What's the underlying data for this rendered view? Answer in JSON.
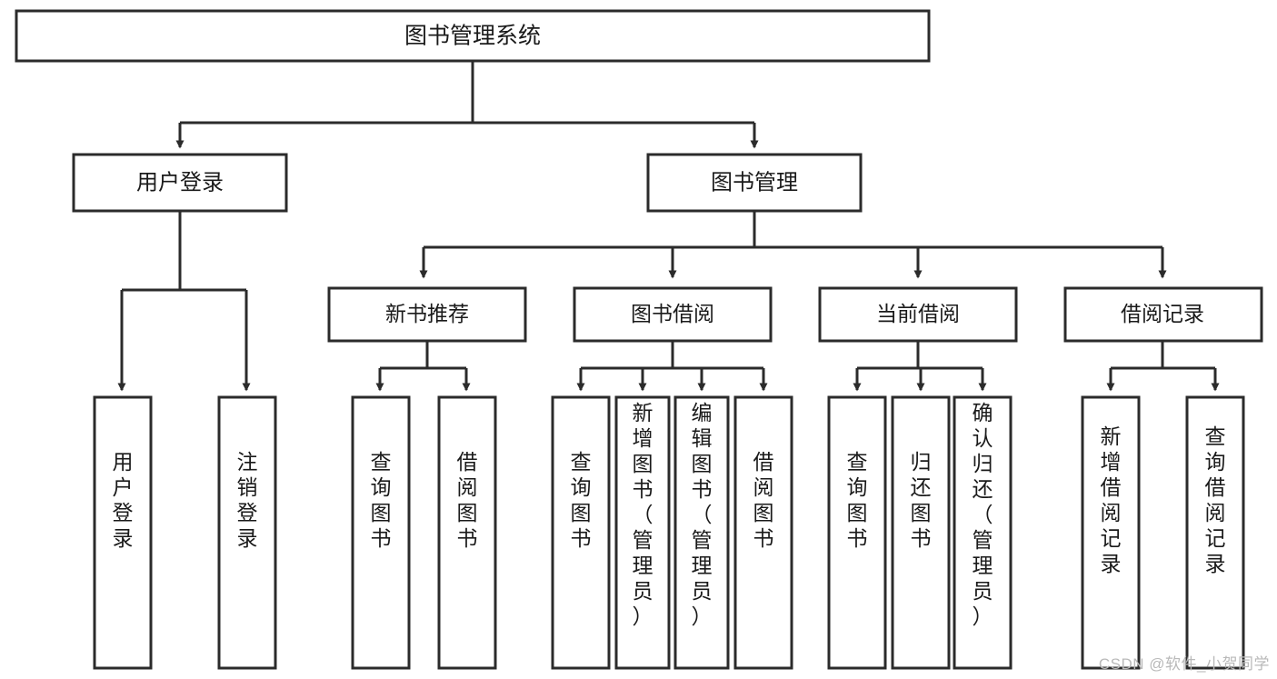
{
  "diagram": {
    "type": "tree-flowchart",
    "title": "图书管理系统",
    "orientation": "top-down",
    "watermark": "CSDN @软件_小贺同学",
    "colors": {
      "box_stroke": "#2b2b2b",
      "box_fill": "#ffffff",
      "text": "#1a1a1a",
      "background": "#ffffff",
      "watermark": "#b9b9b9"
    },
    "nodes": {
      "root": {
        "label": "图书管理系统",
        "level": 1
      },
      "user_login": {
        "label": "用户登录",
        "level": 2
      },
      "book_manage": {
        "label": "图书管理",
        "level": 2
      },
      "new_book_rec": {
        "label": "新书推荐",
        "level": 3
      },
      "book_borrow": {
        "label": "图书借阅",
        "level": 3
      },
      "current_borrow": {
        "label": "当前借阅",
        "level": 3
      },
      "borrow_record": {
        "label": "借阅记录",
        "level": 3
      },
      "leaf_user_login": {
        "label": "用户登录",
        "level": 4,
        "orientation": "vertical"
      },
      "leaf_logout": {
        "label": "注销登录",
        "level": 4,
        "orientation": "vertical"
      },
      "leaf_query_book_1": {
        "label": "查询图书",
        "level": 4,
        "orientation": "vertical"
      },
      "leaf_borrow_book_1": {
        "label": "借阅图书",
        "level": 4,
        "orientation": "vertical"
      },
      "leaf_query_book_2": {
        "label": "查询图书",
        "level": 4,
        "orientation": "vertical"
      },
      "leaf_add_book": {
        "label": "新增图书（管理员）",
        "level": 4,
        "orientation": "vertical"
      },
      "leaf_edit_book": {
        "label": "编辑图书（管理员）",
        "level": 4,
        "orientation": "vertical"
      },
      "leaf_borrow_book_2": {
        "label": "借阅图书",
        "level": 4,
        "orientation": "vertical"
      },
      "leaf_query_book_3": {
        "label": "查询图书",
        "level": 4,
        "orientation": "vertical"
      },
      "leaf_return_book": {
        "label": "归还图书",
        "level": 4,
        "orientation": "vertical"
      },
      "leaf_confirm_return": {
        "label": "确认归还（管理员）",
        "level": 4,
        "orientation": "vertical"
      },
      "leaf_add_record": {
        "label": "新增借阅记录",
        "level": 4,
        "orientation": "vertical"
      },
      "leaf_query_record": {
        "label": "查询借阅记录",
        "level": 4,
        "orientation": "vertical"
      }
    },
    "edges": [
      {
        "from": "root",
        "to": "user_login"
      },
      {
        "from": "root",
        "to": "book_manage"
      },
      {
        "from": "user_login",
        "to": "leaf_user_login"
      },
      {
        "from": "user_login",
        "to": "leaf_logout"
      },
      {
        "from": "book_manage",
        "to": "new_book_rec"
      },
      {
        "from": "book_manage",
        "to": "book_borrow"
      },
      {
        "from": "book_manage",
        "to": "current_borrow"
      },
      {
        "from": "book_manage",
        "to": "borrow_record"
      },
      {
        "from": "new_book_rec",
        "to": "leaf_query_book_1"
      },
      {
        "from": "new_book_rec",
        "to": "leaf_borrow_book_1"
      },
      {
        "from": "book_borrow",
        "to": "leaf_query_book_2"
      },
      {
        "from": "book_borrow",
        "to": "leaf_add_book"
      },
      {
        "from": "book_borrow",
        "to": "leaf_edit_book"
      },
      {
        "from": "book_borrow",
        "to": "leaf_borrow_book_2"
      },
      {
        "from": "current_borrow",
        "to": "leaf_query_book_3"
      },
      {
        "from": "current_borrow",
        "to": "leaf_return_book"
      },
      {
        "from": "current_borrow",
        "to": "leaf_confirm_return"
      },
      {
        "from": "borrow_record",
        "to": "leaf_add_record"
      },
      {
        "from": "borrow_record",
        "to": "leaf_query_record"
      }
    ]
  }
}
